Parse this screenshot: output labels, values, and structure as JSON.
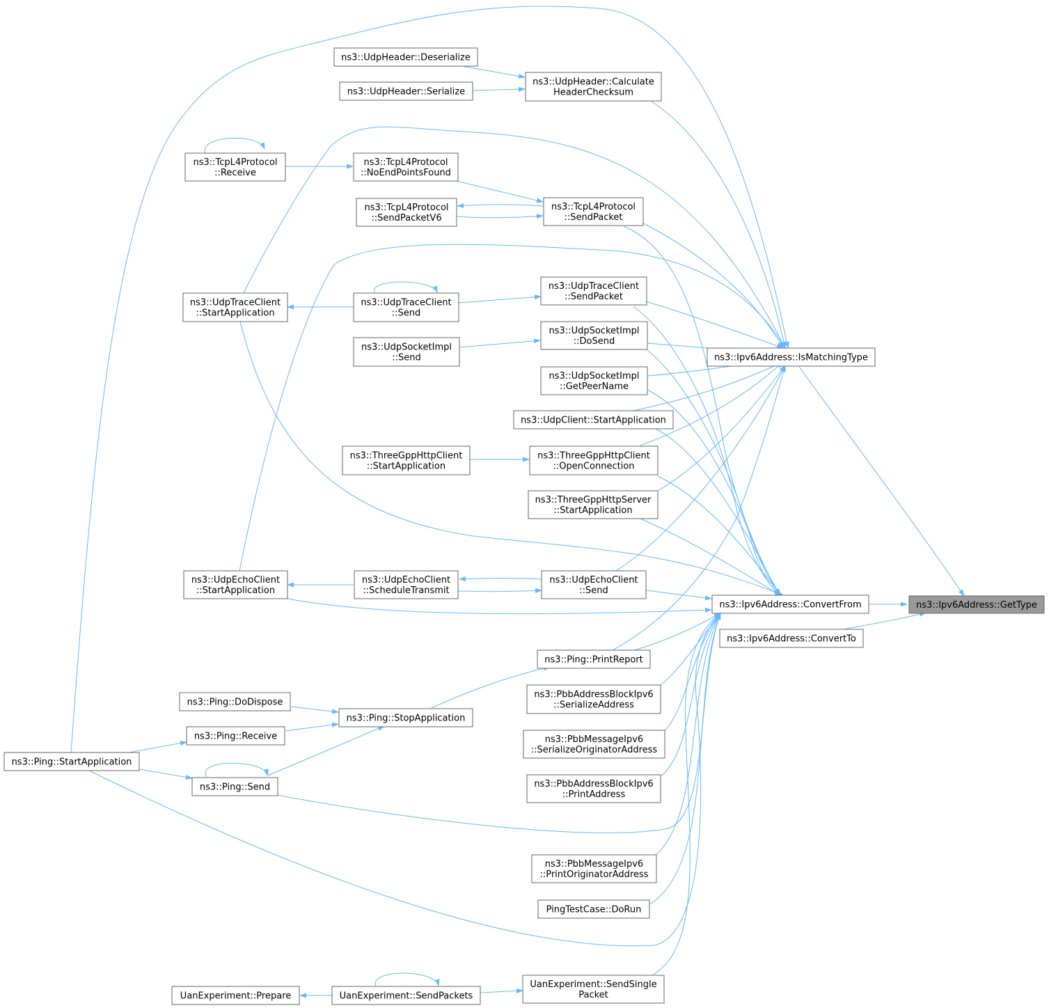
{
  "colors": {
    "edge": "#63b8ff",
    "node_border": "#666666",
    "node_fill": "#ffffff",
    "highlight_fill": "#999999"
  },
  "nodes": {
    "GetType": [
      "ns3::Ipv6Address::GetType"
    ],
    "IsMatchingType": [
      "ns3::Ipv6Address::IsMatchingType"
    ],
    "ConvertFrom": [
      "ns3::Ipv6Address::ConvertFrom"
    ],
    "ConvertTo": [
      "ns3::Ipv6Address::ConvertTo"
    ],
    "UdpHdrDeserialize": [
      "ns3::UdpHeader::Deserialize"
    ],
    "UdpHdrSerialize": [
      "ns3::UdpHeader::Serialize"
    ],
    "UdpHdrChecksum": [
      "ns3::UdpHeader::Calculate",
      "HeaderChecksum"
    ],
    "TcpReceive": [
      "ns3::TcpL4Protocol",
      "::Receive"
    ],
    "TcpNoEndPoints": [
      "ns3::TcpL4Protocol",
      "::NoEndPointsFound"
    ],
    "TcpSendPacketV6": [
      "ns3::TcpL4Protocol",
      "::SendPacketV6"
    ],
    "TcpSendPacket": [
      "ns3::TcpL4Protocol",
      "::SendPacket"
    ],
    "UdpTraceStart": [
      "ns3::UdpTraceClient",
      "::StartApplication"
    ],
    "UdpTraceSend": [
      "ns3::UdpTraceClient",
      "::Send"
    ],
    "UdpTraceSendPacket": [
      "ns3::UdpTraceClient",
      "::SendPacket"
    ],
    "UdpSockSend": [
      "ns3::UdpSocketImpl",
      "::Send"
    ],
    "UdpSockDoSend": [
      "ns3::UdpSocketImpl",
      "::DoSend"
    ],
    "UdpSockPeer": [
      "ns3::UdpSocketImpl",
      "::GetPeerName"
    ],
    "UdpClientStart": [
      "ns3::UdpClient::StartApplication"
    ],
    "HttpClientStart": [
      "ns3::ThreeGppHttpClient",
      "::StartApplication"
    ],
    "HttpClientOpen": [
      "ns3::ThreeGppHttpClient",
      "::OpenConnection"
    ],
    "HttpServerStart": [
      "ns3::ThreeGppHttpServer",
      "::StartApplication"
    ],
    "EchoStart": [
      "ns3::UdpEchoClient",
      "::StartApplication"
    ],
    "EchoSchedule": [
      "ns3::UdpEchoClient",
      "::ScheduleTransmit"
    ],
    "EchoSend": [
      "ns3::UdpEchoClient",
      "::Send"
    ],
    "PingPrint": [
      "ns3::Ping::PrintReport"
    ],
    "PingDispose": [
      "ns3::Ping::DoDispose"
    ],
    "PingStop": [
      "ns3::Ping::StopApplication"
    ],
    "PingReceive": [
      "ns3::Ping::Receive"
    ],
    "PingStart": [
      "ns3::Ping::StartApplication"
    ],
    "PingSend": [
      "ns3::Ping::Send"
    ],
    "PbbBlkSerialize": [
      "ns3::PbbAddressBlockIpv6",
      "::SerializeAddress"
    ],
    "PbbMsgSerialize": [
      "ns3::PbbMessageIpv6",
      "::SerializeOriginatorAddress"
    ],
    "PbbBlkPrint": [
      "ns3::PbbAddressBlockIpv6",
      "::PrintAddress"
    ],
    "PbbMsgPrint": [
      "ns3::PbbMessageIpv6",
      "::PrintOriginatorAddress"
    ],
    "PingTestRun": [
      "PingTestCase::DoRun"
    ],
    "UanPrepare": [
      "UanExperiment::Prepare"
    ],
    "UanSendPackets": [
      "UanExperiment::SendPackets"
    ],
    "UanSendSingle": [
      "UanExperiment::SendSingle",
      "Packet"
    ]
  }
}
